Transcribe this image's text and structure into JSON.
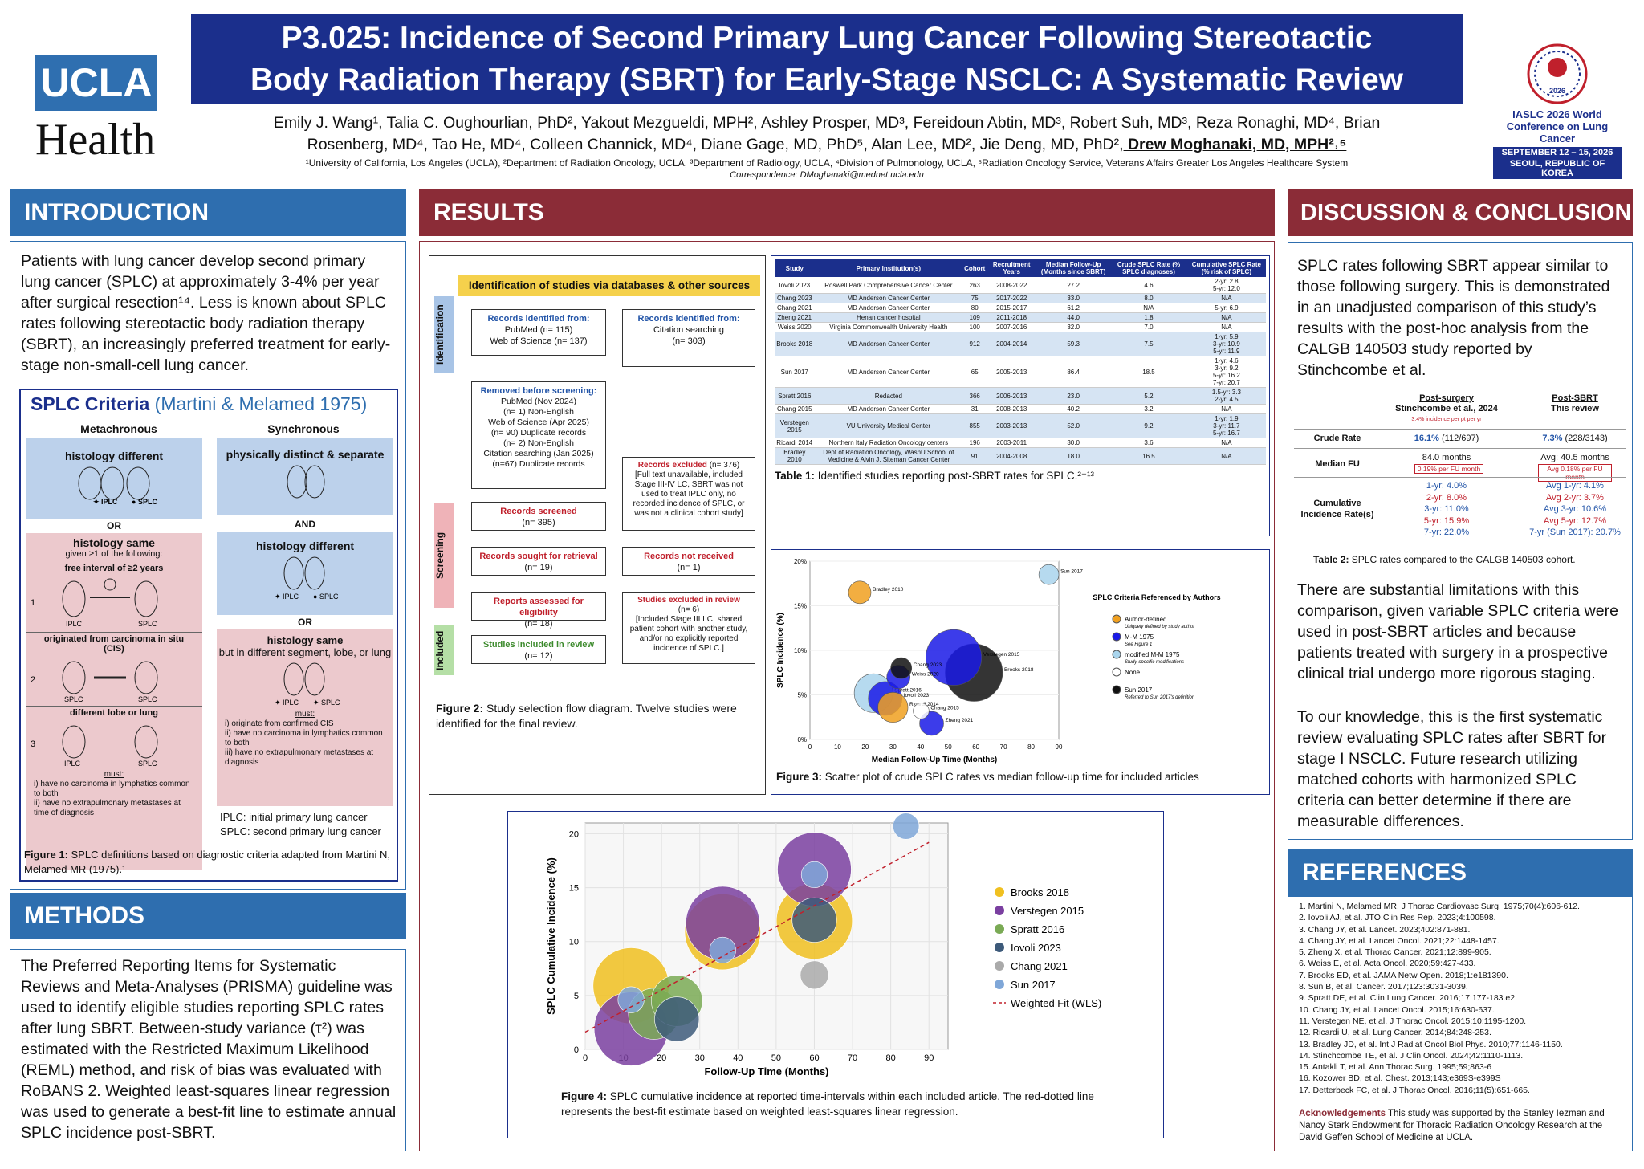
{
  "header": {
    "logo_top": "UCLA",
    "logo_bottom": "Health",
    "title_line1": "P3.025: Incidence of Second Primary Lung Cancer Following Stereotactic",
    "title_line2": "Body Radiation Therapy (SBRT) for Early-Stage NSCLC: A Systematic Review",
    "authors_line1": "Emily J. Wang¹, Talia C. Oughourlian, PhD², Yakout Mezgueldi, MPH², Ashley Prosper, MD³, Fereidoun Abtin, MD³, Robert Suh, MD³, Reza Ronaghi, MD⁴, Brian",
    "authors_line2": "Rosenberg, MD⁴, Tao He, MD⁴, Colleen Channick, MD⁴, Diane Gage, MD, PhD⁵, Alan Lee, MD², Jie Deng, MD, PhD²,",
    "authors_last": " Drew Moghanaki, MD, MPH²˒⁵",
    "affiliations": "¹University of California, Los Angeles (UCLA), ²Department of Radiation Oncology, UCLA, ³Department of Radiology, UCLA, ⁴Division of Pulmonology, UCLA, ⁵Radiation Oncology Service, Veterans Affairs Greater Los Angeles Healthcare System",
    "correspondence": "Correspondence: DMoghanaki@mednet.ucla.edu",
    "conf_line1": "IASLC 2026 World",
    "conf_line2": "Conference on Lung Cancer",
    "conf_dates": "SEPTEMBER 12 – 15, 2026",
    "conf_place": "SEOUL, REPUBLIC OF KOREA",
    "conf_year": "2026"
  },
  "intro": {
    "heading": "INTRODUCTION",
    "text": "Patients with lung cancer develop second primary lung cancer (SPLC) at approximately 3-4% per year after surgical resection¹⁴. Less is known about SPLC rates following stereotactic body radiation therapy (SBRT), an increasingly preferred treatment for early-stage non-small-cell lung cancer.",
    "crit_title": "SPLC Criteria",
    "crit_sub": " (Martini & Melamed 1975)",
    "meta": "Metachronous",
    "sync": "Synchronous",
    "A1": "histology different",
    "or": "OR",
    "and": "AND",
    "or2": "OR",
    "B1": "histology same",
    "B1sub": "given ≥1 of the following:",
    "free": "free interval of ≥2 years",
    "cis": "originated from carcinoma in situ (CIS)",
    "lobe": "different lobe or lung",
    "must": "must:",
    "must1": "i) have no carcinoma in lymphatics common to both",
    "must2": "ii) have no extrapulmonary metastases at time of diagnosis",
    "A2": "physically distinct & separate",
    "Bi": "histology different",
    "Bii": "histology same",
    "Bii_sub": "but in different segment, lobe, or lung",
    "must_b1": "i) originate from confirmed CIS",
    "must_b2": "ii) have no carcinoma in lymphatics common to both",
    "must_b3": "iii) have no extrapulmonary metastases at diagnosis",
    "iplc": "IPLC",
    "splc": "SPLC",
    "legend1": "IPLC: initial primary lung cancer",
    "legend2": "SPLC: second primary lung cancer",
    "fig1_bold": "Figure 1:",
    "fig1": " SPLC definitions based on diagnostic criteria adapted from Martini N, Melamed MR (1975).¹"
  },
  "methods": {
    "heading": "METHODS",
    "text": "The Preferred Reporting Items for Systematic Reviews and Meta-Analyses (PRISMA) guideline was used to identify eligible studies reporting SPLC rates after lung SBRT. Between-study variance (τ²) was estimated with the Restricted Maximum Likelihood (REML) method, and risk of bias was evaluated with RoBANS 2. Weighted least-squares linear regression was used to generate a best-fit line to estimate annual SPLC incidence post-SBRT."
  },
  "results": {
    "heading": "RESULTS",
    "flow": {
      "title": "Identification of studies via databases & other sources",
      "side1": "Identification",
      "side2": "Screening",
      "side3": "Included",
      "rec_db_h": "Records identified from:",
      "rec_db": "PubMed (n= 115)\nWeb of Science (n= 137)",
      "rec_cs_h": "Records identified from:",
      "rec_cs": "Citation searching\n(n= 303)",
      "removed_h": "Removed before screening:",
      "removed": "PubMed (Nov 2024)\n(n= 1) Non-English\nWeb of Science (Apr 2025)\n(n= 90) Duplicate records\n(n= 2) Non-English\nCitation searching (Jan 2025)\n(n=67) Duplicate records",
      "screened_h": "Records screened",
      "screened": "(n= 395)",
      "excluded_h": "Records excluded",
      "excluded_n": " (n= 376)",
      "excluded": "[Full text unavailable, included Stage III-IV LC, SBRT was not used to treat IPLC only, no recorded incidence of SPLC, or was not a clinical cohort study]",
      "sought_h": "Records sought for retrieval",
      "sought": "(n= 19)",
      "notrec_h": "Records not received",
      "notrec": "(n= 1)",
      "assessed_h": "Reports assessed for eligibility",
      "assessed": "(n= 18)",
      "exrev_h": "Studies excluded in review",
      "exrev": "(n= 6)\n[Included Stage III LC, shared patient cohort with another study, and/or no explicitly reported incidence of SPLC.]",
      "incl_h": "Studies included in review",
      "incl": "(n= 12)",
      "fig2_bold": "Figure 2:",
      "fig2": " Study selection flow diagram. Twelve studies were identified for the final review."
    },
    "table1": {
      "headers": [
        "Study",
        "Primary Institution(s)",
        "Cohort",
        "Recruitment Years",
        "Median Follow-Up (Months since SBRT)",
        "Crude SPLC Rate (% SPLC diagnoses)",
        "Cumulative SPLC Rate (% risk of SPLC)"
      ],
      "rows": [
        [
          "Iovoli 2023",
          "Roswell Park Comprehensive Cancer Center",
          "263",
          "2008-2022",
          "27.2",
          "4.6",
          "2-yr: 2.8 / 5-yr: 12.0"
        ],
        [
          "Chang 2023",
          "MD Anderson Cancer Center",
          "75",
          "2017-2022",
          "33.0",
          "8.0",
          "N/A"
        ],
        [
          "Chang 2021",
          "MD Anderson Cancer Center",
          "80",
          "2015-2017",
          "61.2",
          "N/A",
          "5-yr: 6.9"
        ],
        [
          "Zheng 2021",
          "Henan cancer hospital",
          "109",
          "2011-2018",
          "44.0",
          "1.8",
          "N/A"
        ],
        [
          "Weiss 2020",
          "Virginia Commonwealth University Health",
          "100",
          "2007-2016",
          "32.0",
          "7.0",
          "N/A"
        ],
        [
          "Brooks 2018",
          "MD Anderson Cancer Center",
          "912",
          "2004-2014",
          "59.3",
          "7.5",
          "1-yr: 5.9 / 3-yr: 10.9 / 5-yr: 11.9"
        ],
        [
          "Sun 2017",
          "MD Anderson Cancer Center",
          "65",
          "2005-2013",
          "86.4",
          "18.5",
          "1-yr: 4.6 / 3-yr: 9.2 / 5-yr: 16.2 / 7-yr: 20.7"
        ],
        [
          "Spratt 2016",
          "Redacted",
          "366",
          "2006-2013",
          "23.0",
          "5.2",
          "1.5-yr: 3.3 / 2-yr: 4.5"
        ],
        [
          "Chang 2015",
          "MD Anderson Cancer Center",
          "31",
          "2008-2013",
          "40.2",
          "3.2",
          "N/A"
        ],
        [
          "Verstegen 2015",
          "VU University Medical Center",
          "855",
          "2003-2013",
          "52.0",
          "9.2",
          "1-yr: 1.9 / 3-yr: 11.7 / 5-yr: 16.7"
        ],
        [
          "Ricardi 2014",
          "Northern Italy Radiation Oncology centers",
          "196",
          "2003-2011",
          "30.0",
          "3.6",
          "N/A"
        ],
        [
          "Bradley 2010",
          "Dept of Radiation Oncology, WashU School of Medicine & Alvin J. Siteman Cancer Center",
          "91",
          "2004-2008",
          "18.0",
          "16.5",
          "N/A"
        ]
      ],
      "cap_bold": "Table 1:",
      "cap": " Identified studies reporting post-SBRT rates for SPLC.²⁻¹³"
    },
    "fig3_bold": "Figure 3:",
    "fig3": " Scatter plot of crude SPLC rates vs median follow-up time for included articles",
    "fig3_legend_title": "SPLC Criteria Referenced by Authors",
    "fig3_legend": [
      "Author-defined",
      "M-M 1975",
      "modified M-M 1975",
      "None",
      "Sun 2017"
    ],
    "fig3_legend_sub": [
      "Uniquely defined by study author",
      "See Figure 1",
      "Study-specific modifications",
      "",
      "Referred to Sun 2017's definition"
    ],
    "fig4_bold": "Figure 4:",
    "fig4": " SPLC cumulative incidence at reported time-intervals within each included article. The red-dotted line represents the best-fit estimate based on weighted least-squares linear regression."
  },
  "chart_data": [
    {
      "type": "scatter",
      "title": "",
      "xlabel": "Median Follow-Up Time (Months)",
      "ylabel": "SPLC Incidence (%)",
      "xlim": [
        0,
        90
      ],
      "ylim": [
        0,
        20
      ],
      "xticks": [
        "0",
        "10",
        "20",
        "30",
        "40",
        "50",
        "60",
        "70",
        "80",
        "90"
      ],
      "yticks": [
        "0%",
        "5%",
        "10%",
        "15%",
        "20%"
      ],
      "points": [
        {
          "label": "Bradley 2010",
          "x": 18.0,
          "y": 16.5,
          "n": 91,
          "criteria": "Author-defined",
          "color": "#f0a020"
        },
        {
          "label": "Sun 2017",
          "x": 86.4,
          "y": 18.5,
          "n": 65,
          "criteria": "modified M-M 1975",
          "color": "#a9d4ec"
        },
        {
          "label": "Verstegen 2015",
          "x": 52.0,
          "y": 9.2,
          "n": 855,
          "criteria": "M-M 1975",
          "color": "#1a1ae6"
        },
        {
          "label": "Brooks 2018",
          "x": 59.3,
          "y": 7.5,
          "n": 912,
          "criteria": "Sun 2017",
          "color": "#111111"
        },
        {
          "label": "Chang 2023",
          "x": 33.0,
          "y": 8.0,
          "n": 75,
          "criteria": "Sun 2017",
          "color": "#111111"
        },
        {
          "label": "Weiss 2020",
          "x": 32.0,
          "y": 7.0,
          "n": 100,
          "criteria": "M-M 1975",
          "color": "#1a1ae6"
        },
        {
          "label": "Spratt 2016",
          "x": 23.0,
          "y": 5.2,
          "n": 366,
          "criteria": "modified M-M 1975",
          "color": "#a9d4ec"
        },
        {
          "label": "Iovoli 2023",
          "x": 27.2,
          "y": 4.6,
          "n": 263,
          "criteria": "M-M 1975",
          "color": "#1a1ae6"
        },
        {
          "label": "Ricardi 2014",
          "x": 30.0,
          "y": 3.6,
          "n": 196,
          "criteria": "Author-defined",
          "color": "#f0a020"
        },
        {
          "label": "Chang 2015",
          "x": 40.2,
          "y": 3.2,
          "n": 31,
          "criteria": "None",
          "color": "#ffffff"
        },
        {
          "label": "Zheng 2021",
          "x": 44.0,
          "y": 1.8,
          "n": 109,
          "criteria": "M-M 1975",
          "color": "#1a1ae6"
        }
      ]
    },
    {
      "type": "scatter",
      "title": "",
      "xlabel": "Follow-Up Time (Months)",
      "ylabel": "SPLC Cumulative Incidence (%)",
      "xlim": [
        0,
        95
      ],
      "ylim": [
        0,
        21
      ],
      "xticks": [
        "0",
        "10",
        "20",
        "30",
        "40",
        "50",
        "60",
        "70",
        "80",
        "90"
      ],
      "yticks": [
        "0",
        "5",
        "10",
        "15",
        "20"
      ],
      "series": [
        {
          "name": "Brooks 2018",
          "color": "#f0c020",
          "n": 912,
          "points": [
            [
              12,
              5.9
            ],
            [
              36,
              10.9
            ],
            [
              60,
              11.9
            ]
          ]
        },
        {
          "name": "Verstegen 2015",
          "color": "#7a3fa0",
          "n": 855,
          "points": [
            [
              12,
              1.9
            ],
            [
              36,
              11.7
            ],
            [
              60,
              16.7
            ]
          ]
        },
        {
          "name": "Spratt 2016",
          "color": "#7aaa55",
          "n": 366,
          "points": [
            [
              18,
              3.3
            ],
            [
              24,
              4.5
            ]
          ]
        },
        {
          "name": "Iovoli 2023",
          "color": "#3d5a7a",
          "n": 263,
          "points": [
            [
              24,
              2.8
            ],
            [
              60,
              12.0
            ]
          ]
        },
        {
          "name": "Chang 2021",
          "color": "#aaaaaa",
          "n": 80,
          "points": [
            [
              60,
              6.9
            ]
          ]
        },
        {
          "name": "Sun 2017",
          "color": "#7fa7d8",
          "n": 65,
          "points": [
            [
              12,
              4.6
            ],
            [
              36,
              9.2
            ],
            [
              60,
              16.2
            ],
            [
              84,
              20.7
            ]
          ]
        }
      ],
      "fit": {
        "name": "Weighted Fit (WLS)",
        "x": [
          0,
          90
        ],
        "y": [
          1.6,
          19.2
        ]
      }
    }
  ],
  "discussion": {
    "heading": "DISCUSSION & CONCLUSION",
    "p1": "SPLC rates following SBRT appear similar to those following surgery. This is demonstrated in an unadjusted comparison of this study’s results with the post-hoc analysis from the CALGB 140503 study reported by Stinchcombe et al.",
    "t2": {
      "col1_h": "Post-surgery",
      "col1_s": "Stinchcombe et al., 2024",
      "col1_n": "3.4% incidence per pt per yr",
      "col2_h": "Post-SBRT",
      "col2_s": "This review",
      "r1": "Crude Rate",
      "r1a": "16.1%",
      "r1a2": " (112/697)",
      "r1b": "7.3%",
      "r1b2": " (228/3143)",
      "r2": "Median FU",
      "r2a": "84.0 months",
      "r2a2": "0.19% per FU month",
      "r2b": "Avg: 40.5 months",
      "r2b2": "Avg 0.18% per FU month",
      "r3": "Cumulative Incidence Rate(s)",
      "r3a": [
        "1-yr: 4.0%",
        "2-yr: 8.0%",
        "3-yr: 11.0%",
        "5-yr: 15.9%",
        "7-yr: 22.0%"
      ],
      "r3b": [
        "Avg 1-yr: 4.1%",
        "Avg 2-yr: 3.7%",
        "Avg 3-yr: 10.6%",
        "Avg 5-yr: 12.7%",
        "7-yr (Sun 2017): 20.7%"
      ],
      "cap_bold": "Table 2:",
      "cap": " SPLC rates compared to the CALGB 140503 cohort."
    },
    "p2": "There are substantial limitations with this comparison, given variable SPLC criteria were used in post-SBRT articles and because patients treated with surgery in a prospective clinical trial undergo more rigorous staging.",
    "p3": "To our knowledge, this is the first systematic review evaluating SPLC rates after SBRT for stage I NSCLC. Future research utilizing matched cohorts with harmonized SPLC criteria can better determine if there are measurable differences."
  },
  "references": {
    "heading": "REFERENCES",
    "items": [
      "1. Martini N, Melamed MR. J Thorac Cardiovasc Surg. 1975;70(4):606-612.",
      "2. Iovoli AJ, et al. JTO Clin Res Rep. 2023;4:100598.",
      "3. Chang JY, et al. Lancet. 2023;402:871-881.",
      "4. Chang JY, et al. Lancet Oncol. 2021;22:1448-1457.",
      "5. Zheng X, et al. Thorac Cancer. 2021;12:899-905.",
      "6. Weiss E, et al. Acta Oncol. 2020;59:427-433.",
      "7. Brooks ED, et al. JAMA Netw Open. 2018;1:e181390.",
      "8. Sun B, et al. Cancer. 2017;123:3031-3039.",
      "9. Spratt DE, et al. Clin Lung Cancer. 2016;17:177-183.e2.",
      "10. Chang JY, et al. Lancet Oncol. 2015;16:630-637.",
      "11. Verstegen NE, et al. J Thorac Oncol. 2015;10:1195-1200.",
      "12. Ricardi U, et al. Lung Cancer. 2014;84:248-253.",
      "13. Bradley JD, et al. Int J Radiat Oncol Biol Phys. 2010;77:1146-1150.",
      "14. Stinchcombe TE, et al. J Clin Oncol. 2024;42:1110-1113.",
      "15. Antakli T, et al. Ann Thorac Surg. 1995;59;863-6",
      "16. Kozower BD, et al. Chest. 2013;143;e369S-e399S",
      "17. Detterbeck FC, et al. J Thorac Oncol. 2016;11(5):651-665."
    ],
    "ack_h": "Acknowledgements",
    "ack": " This study was supported by the Stanley Iezman and Nancy Stark Endowment for Thoracic Radiation Oncology Research at the David Geffen School of Medicine at UCLA."
  }
}
